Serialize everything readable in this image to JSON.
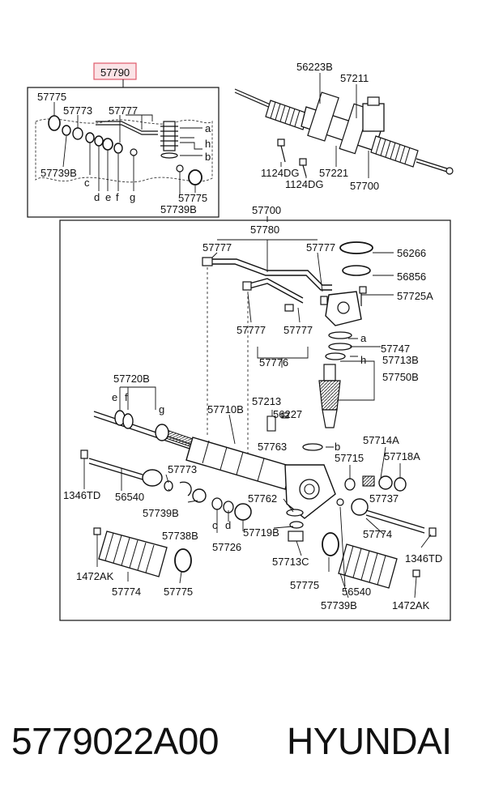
{
  "highlight": {
    "label": "57790",
    "box_color": "#e05a6a",
    "fill_color": "#fbe3e6"
  },
  "top_left_labels": {
    "a": "57775",
    "b": "57773",
    "c": "57777",
    "d": "57739B",
    "e": "c",
    "f": "d",
    "g": "e",
    "h": "f",
    "i": "g",
    "j": "a",
    "k": "h",
    "l": "b",
    "m": "57775",
    "n": "57739B"
  },
  "top_right_labels": {
    "a": "56223B",
    "b": "57211",
    "c": "1124DG",
    "d": "1124DG",
    "e": "57221",
    "f": "57700"
  },
  "main": {
    "title_top": "57700",
    "title_sub": "57780",
    "labels": [
      "57777",
      "57777",
      "56266",
      "56856",
      "57725A",
      "57777",
      "57777",
      "a",
      "57747",
      "57713B",
      "h",
      "57776",
      "57720B",
      "e",
      "f",
      "g",
      "57750B",
      "57710B",
      "57213",
      "56227",
      "b",
      "57714A",
      "57763",
      "57715",
      "57718A",
      "57773",
      "57737",
      "1346TD",
      "56540",
      "57739B",
      "57762",
      "57738B",
      "c",
      "d",
      "57719B",
      "57774",
      "57726",
      "1346TD",
      "57713C",
      "1472AK",
      "57774",
      "57775",
      "57775",
      "56540",
      "57739B",
      "1472AK"
    ]
  },
  "footer": {
    "part_number": "5779022A00",
    "brand": "HYUNDAI"
  }
}
